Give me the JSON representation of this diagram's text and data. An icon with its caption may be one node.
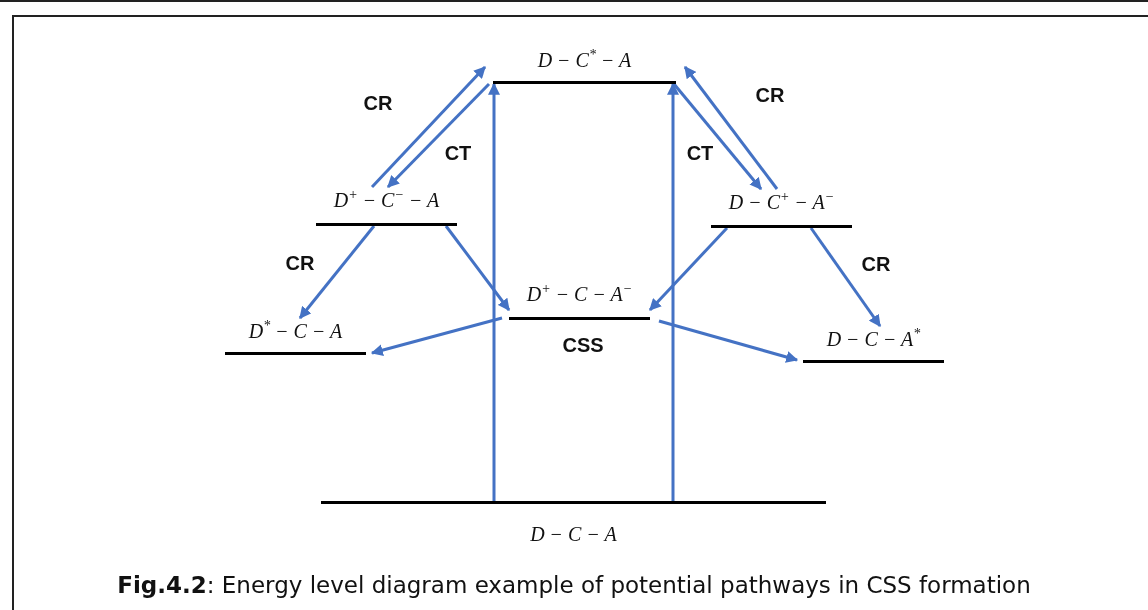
{
  "diagram": {
    "caption": "**Fig.4.2**: Energy level diagram example of potential pathways in CSS formation",
    "nodes": [
      {
        "text": [
          "D − C$^{*}$ − A"
        ]
      },
      {
        "text": [
          "D$^{+}$ − C$^{−}$ − A"
        ]
      },
      {
        "text": [
          "D − C$^{+}$ − A$^{−}$"
        ]
      },
      {
        "text": [
          "D$^{+}$ − C − A$^{−}$"
        ],
        "beside": [
          "CSS"
        ]
      },
      {
        "text": [
          "D$^{*}$ − C − A"
        ]
      },
      {
        "text": [
          "D − C − A$^{*}$"
        ]
      },
      {
        "text": [
          "D − C − A"
        ]
      }
    ],
    "edges": [
      {
        "from": 6,
        "to": 0,
        "arrow": "to"
      },
      {
        "from": 6,
        "to": 0,
        "arrow": "to"
      },
      {
        "from": 1,
        "to": 0,
        "arrow": "to",
        "label": "CR"
      },
      {
        "from": 0,
        "to": 1,
        "arrow": "to",
        "label": "CT"
      },
      {
        "from": 0,
        "to": 2,
        "arrow": "to",
        "label": "CT"
      },
      {
        "from": 2,
        "to": 0,
        "arrow": "to",
        "label": "CR"
      },
      {
        "from": 1,
        "to": 4,
        "arrow": "to",
        "label": "CR"
      },
      {
        "from": 1,
        "to": 3,
        "arrow": "to"
      },
      {
        "from": 2,
        "to": 3,
        "arrow": "to"
      },
      {
        "from": 2,
        "to": 5,
        "arrow": "to",
        "label": "CR"
      },
      {
        "from": 3,
        "to": 4,
        "arrow": "to"
      },
      {
        "from": 3,
        "to": 5,
        "arrow": "to"
      }
    ]
  }
}
